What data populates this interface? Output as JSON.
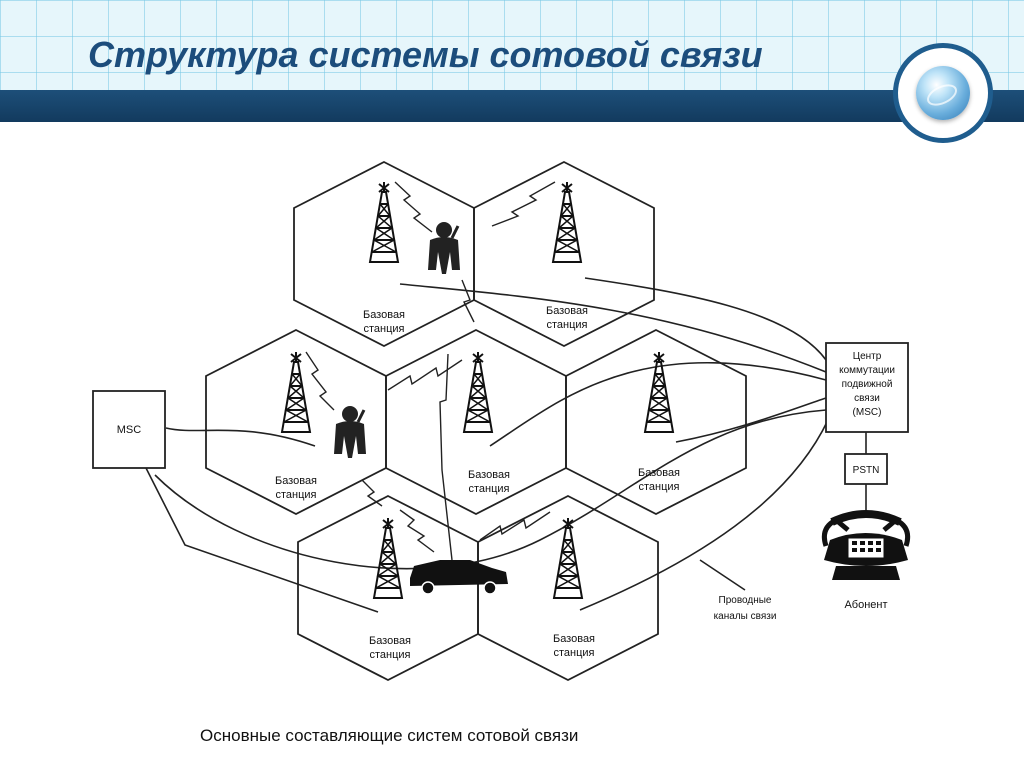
{
  "slide": {
    "title": "Структура системы сотовой связи"
  },
  "diagram": {
    "base_station_line1": "Базовая",
    "base_station_line2": "станция",
    "msc_left": "MSC",
    "center": {
      "line1": "Центр",
      "line2": "коммутации",
      "line3": "подвижной",
      "line4": "связи",
      "line5": "(MSC)"
    },
    "pstn": "PSTN",
    "subscriber": "Абонент",
    "wired_line1": "Проводные",
    "wired_line2": "каналы связи",
    "caption": "Основные составляющие систем сотовой связи"
  },
  "icons": {
    "globe": "globe-icon",
    "tower": "antenna-tower-icon",
    "person": "mobile-user-icon",
    "car": "car-icon",
    "phone": "telephone-icon"
  },
  "colors": {
    "title": "#1c4d7c",
    "header_bar": "#1d4f79",
    "header_grid_bg": "#e6f6fb",
    "badge_ring": "#1f5d8e"
  }
}
